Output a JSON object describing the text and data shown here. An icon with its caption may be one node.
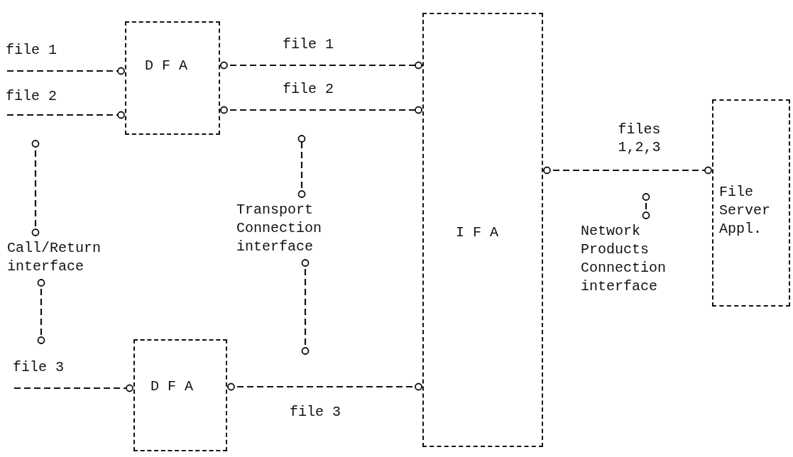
{
  "diagram": {
    "nodes": [
      {
        "text": [
          "D F A"
        ]
      },
      {
        "text": [
          "D F A"
        ]
      },
      {
        "text": [
          "I F A"
        ]
      },
      {
        "text": [
          "File Server Appl."
        ]
      },
      {
        "text": [
          "Call/Return interface"
        ]
      },
      {
        "text": [
          "Transport Connection interface"
        ]
      },
      {
        "text": [
          "Network Products Connection interface"
        ]
      }
    ],
    "edges": [
      {
        "from": null,
        "to": 0,
        "arrow": "other",
        "label": "file 1"
      },
      {
        "from": null,
        "to": 0,
        "arrow": "other",
        "label": "file 2"
      },
      {
        "from": 0,
        "to": 2,
        "arrow": "other",
        "label": "file 1"
      },
      {
        "from": 0,
        "to": 2,
        "arrow": "other",
        "label": "file 2"
      },
      {
        "from": null,
        "to": 1,
        "arrow": "other",
        "label": "file 3"
      },
      {
        "from": 1,
        "to": 2,
        "arrow": "other",
        "label": "file 3"
      },
      {
        "from": 2,
        "to": 3,
        "arrow": "other",
        "label": "files 1,2,3"
      },
      {
        "from": 4,
        "to": null,
        "arrow": "other"
      },
      {
        "from": 4,
        "to": null,
        "arrow": "other"
      },
      {
        "from": 5,
        "to": null,
        "arrow": "other"
      },
      {
        "from": 5,
        "to": null,
        "arrow": "other"
      },
      {
        "from": 6,
        "to": null,
        "arrow": "other"
      }
    ]
  }
}
